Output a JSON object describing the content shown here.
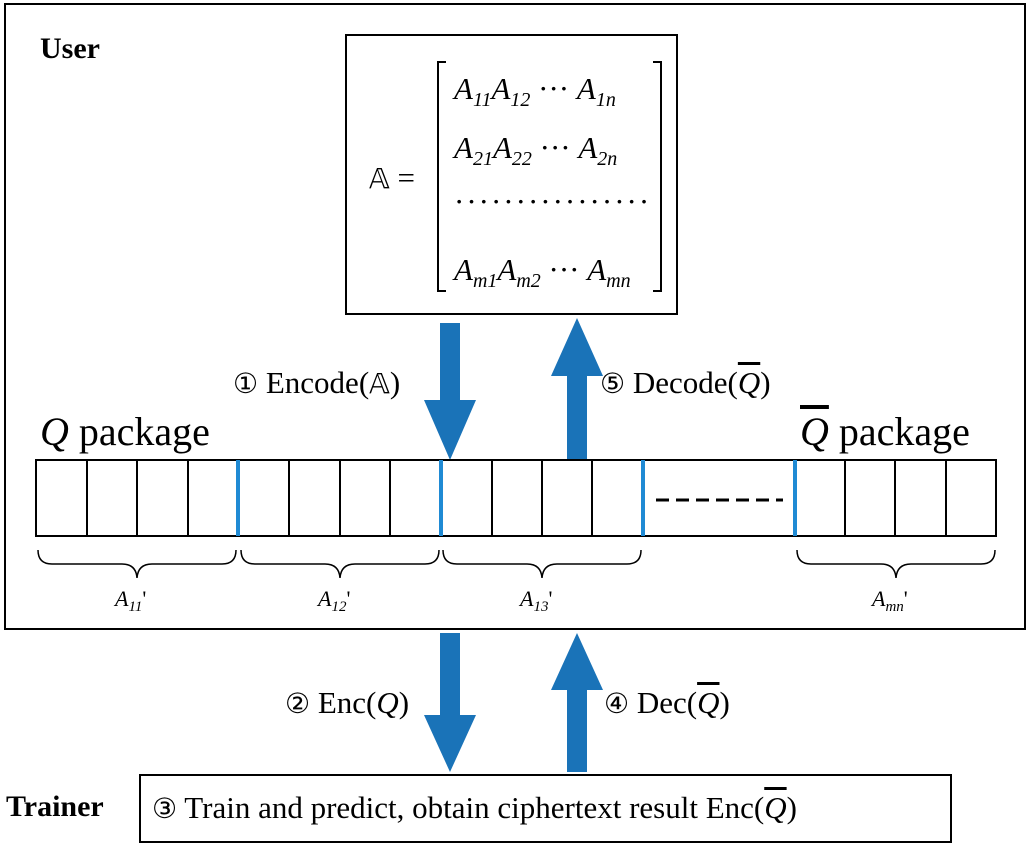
{
  "colors": {
    "arrow": "#1a73b8",
    "divider": "#1f8ad4",
    "stroke": "#000000"
  },
  "user_label": "User",
  "trainer_label": "Trainer",
  "matrix": {
    "symbol": "𝔸",
    "equals": "=",
    "rows": [
      [
        "A",
        "11",
        "A",
        "12",
        " ··· ",
        "A",
        "1n"
      ],
      [
        "A",
        "21",
        "A",
        "22",
        " ··· ",
        "A",
        "2n"
      ],
      [
        "A",
        "m1",
        "A",
        "m2",
        " ··· ",
        "A",
        "mn"
      ]
    ],
    "dots": "················"
  },
  "steps": {
    "encode": {
      "num": "①",
      "pre": " Encode(",
      "arg": "𝔸",
      "post": ")"
    },
    "decode": {
      "num": "⑤",
      "pre": " Decode(",
      "arg": "Q",
      "post": ")"
    },
    "enc": {
      "num": "②",
      "pre": " Enc(",
      "arg": "Q",
      "post": ")"
    },
    "dec": {
      "num": "④",
      "pre": " Dec(",
      "arg": "Q",
      "post": ")"
    },
    "train": {
      "num": "③",
      "text": " Train and predict, obtain ciphertext result  Enc(",
      "arg": "Q",
      "post": ")"
    }
  },
  "packages": {
    "left": {
      "var": "Q",
      "word": " package"
    },
    "right": {
      "var": "Q",
      "word": " package"
    },
    "ellipsis": "-------"
  },
  "brace_labels": [
    {
      "base": "A",
      "sub": "11",
      "prime": "'"
    },
    {
      "base": "A",
      "sub": "12",
      "prime": "'"
    },
    {
      "base": "A",
      "sub": "13",
      "prime": "'"
    },
    {
      "base": "A",
      "sub": "mn",
      "prime": "'"
    }
  ]
}
